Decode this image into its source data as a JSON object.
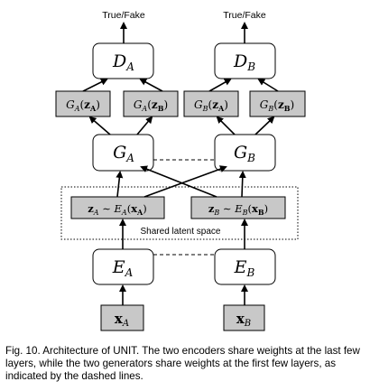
{
  "diagram": {
    "output_labels": {
      "a": "True/Fake",
      "b": "True/Fake"
    },
    "discriminators": {
      "a": "D_A",
      "b": "D_B"
    },
    "generator_outputs": {
      "a_from_a": "G_A(z_A)",
      "a_from_b": "G_A(z_B)",
      "b_from_a": "G_B(z_A)",
      "b_from_b": "G_B(z_B)"
    },
    "generators": {
      "a": "G_A",
      "b": "G_B"
    },
    "latent_codes": {
      "a": "z_A ~ E_A(x_A)",
      "b": "z_B ~ E_B(x_B)"
    },
    "shared_latent_label": "Shared latent space",
    "encoders": {
      "a": "E_A",
      "b": "E_B"
    },
    "inputs": {
      "a": "x_A",
      "b": "x_B"
    },
    "colors": {
      "gray_fill": "#c8c8c8",
      "white_fill": "#ffffff",
      "stroke": "#000000"
    }
  },
  "caption": "Fig. 10. Architecture of UNIT. The two encoders share weights at the last few layers, while the two generators share weights at the first few layers, as indicated by the dashed lines."
}
